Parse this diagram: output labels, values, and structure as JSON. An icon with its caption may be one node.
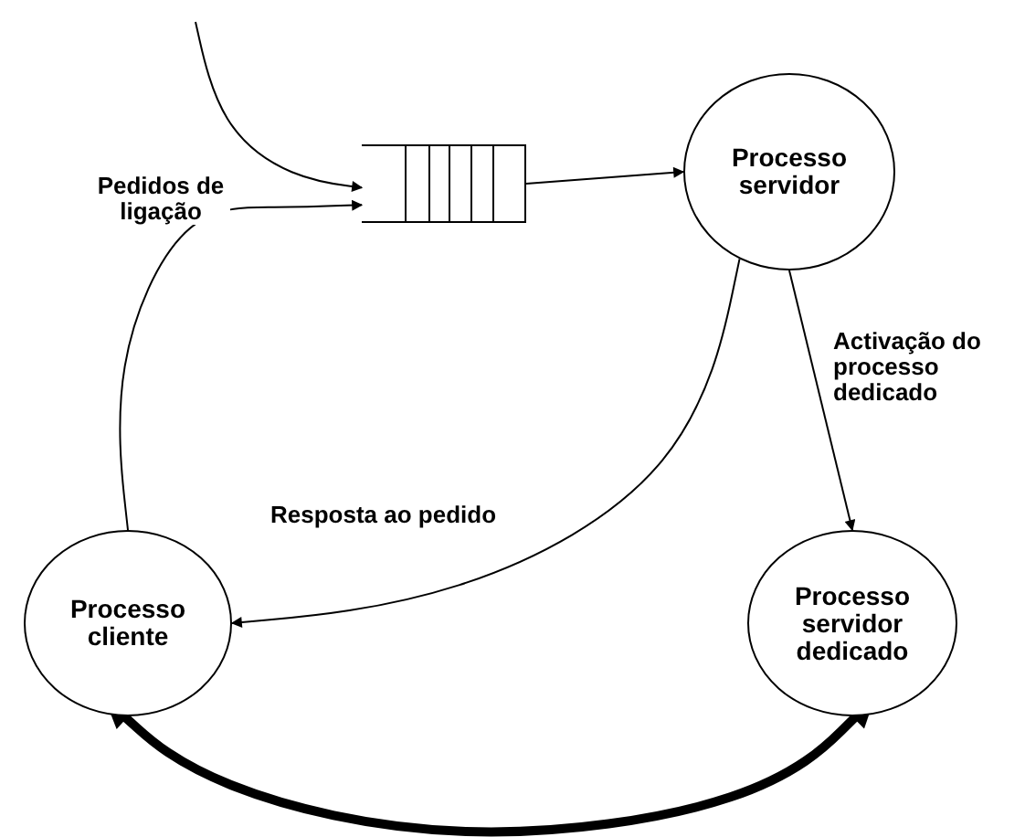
{
  "diagram": {
    "nodes": [
      {
        "text": [],
        "shape": "box"
      },
      {
        "text": [
          "Processo servidor"
        ]
      },
      {
        "text": [
          "Processo cliente"
        ]
      },
      {
        "text": [
          "Processo servidor dedicado"
        ]
      }
    ],
    "edges": [
      {
        "from": null,
        "to": 0,
        "arrow": "to"
      },
      {
        "from": 2,
        "to": 0,
        "arrow": "to",
        "label": "Pedidos de ligação"
      },
      {
        "from": 0,
        "to": 1,
        "arrow": "to"
      },
      {
        "from": 1,
        "to": 2,
        "arrow": "to",
        "label": "Resposta ao pedido"
      },
      {
        "from": 1,
        "to": 3,
        "arrow": "to",
        "label": "Activação do processo dedicado"
      },
      {
        "from": 2,
        "to": 3,
        "arrow": "both",
        "style": "thick"
      }
    ]
  }
}
